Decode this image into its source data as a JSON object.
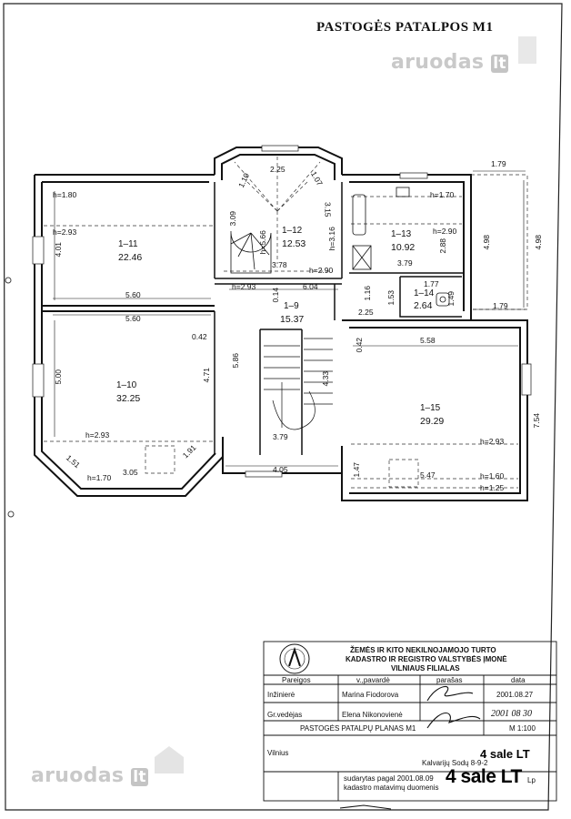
{
  "title": "PASTOGĖS PATALPOS  M1",
  "watermark": {
    "brand": "aruodas",
    "suffix": "lt"
  },
  "rooms": [
    {
      "id": "1–11",
      "area": "22.46"
    },
    {
      "id": "1–12",
      "area": "12.53"
    },
    {
      "id": "1–13",
      "area": "10.92"
    },
    {
      "id": "1–14",
      "area": "2.64"
    },
    {
      "id": "1–9",
      "area": "15.37"
    },
    {
      "id": "1–10",
      "area": "32.25"
    },
    {
      "id": "1–15",
      "area": "29.29"
    }
  ],
  "dimensions": {
    "d1_79_top": "1.79",
    "d2_25_top": "2.25",
    "d1_10": "1.10",
    "d1_07": "1.07",
    "h1_80": "h=1.80",
    "h1_70_top": "h=1.70",
    "h2_93_a": "h=2.93",
    "h2_90_a": "h=2.90",
    "d4_01": "4.01",
    "d3_09": "3.09",
    "d3_15": "3.15",
    "h5_66": "h=5.66",
    "h3_16": "h=3.16",
    "d2_88": "2.88",
    "d4_98_a": "4.98",
    "d4_98_b": "4.98",
    "d3_78": "3.78",
    "h2_90_b": "h=2.90",
    "d3_79_top": "3.79",
    "d1_77": "1.77",
    "d5_60_a": "5.60",
    "h2_93_b": "h=2.93",
    "d6_04": "6.04",
    "d0_14": "0.14",
    "d1_16": "1.16",
    "d1_53": "1.53",
    "d1_49": "1.49",
    "d1_79_mid": "1.79",
    "d2_25_mid": "2.25",
    "d5_60_b": "5.60",
    "d0_42_a": "0.42",
    "d0_42_b": "0.42",
    "d5_58": "5.58",
    "d5_00": "5.00",
    "d4_71": "4.71",
    "d5_86": "5.86",
    "d4_33": "4.33",
    "d7_54": "7.54",
    "h2_93_c": "h=2.93",
    "h2_93_d": "h=2.93",
    "d3_79_bot": "3.79",
    "d1_51": "1.51",
    "d1_91": "1.91",
    "h1_70_bot": "h=1.70",
    "d3_05": "3.05",
    "d4_05": "4.05",
    "d1_47": "1.47",
    "d5_47": "5.47",
    "h1_60": "h=1.60",
    "h1_25": "h=1.25"
  },
  "titleblock": {
    "org_line1": "ŽEMĖS IR KITO NEKILNOJAMOJO TURTO",
    "org_line2": "KADASTRO IR REGISTRO VALSTYBĖS ĮMONĖ",
    "org_line3": "VILNIAUS FILIALAS",
    "col_role": "Pareigos",
    "col_name": "v.,pavardė",
    "col_sign": "parašas",
    "col_date": "data",
    "r1_role": "Inžinierė",
    "r1_name": "Marina Fiodorova",
    "r1_date": "2001.08.27",
    "r2_role": "Gr.vedėjas",
    "r2_name": "Elena Nikonovienė",
    "r2_date": "2001 08 30",
    "plan_title": "PASTOGĖS PATALPŲ PLANAS M1",
    "scale": "M 1:100",
    "city": "Vilnius",
    "address": "Kalvarijų Sodų 8-9-2",
    "basis_line1": "sudarytas pagal  2001.08.09",
    "basis_line2": "kadastro matavimų duomenis",
    "sheet": "Lp"
  },
  "sale_overlay": {
    "small": "4 sale LT",
    "large": "4 sale LT"
  }
}
